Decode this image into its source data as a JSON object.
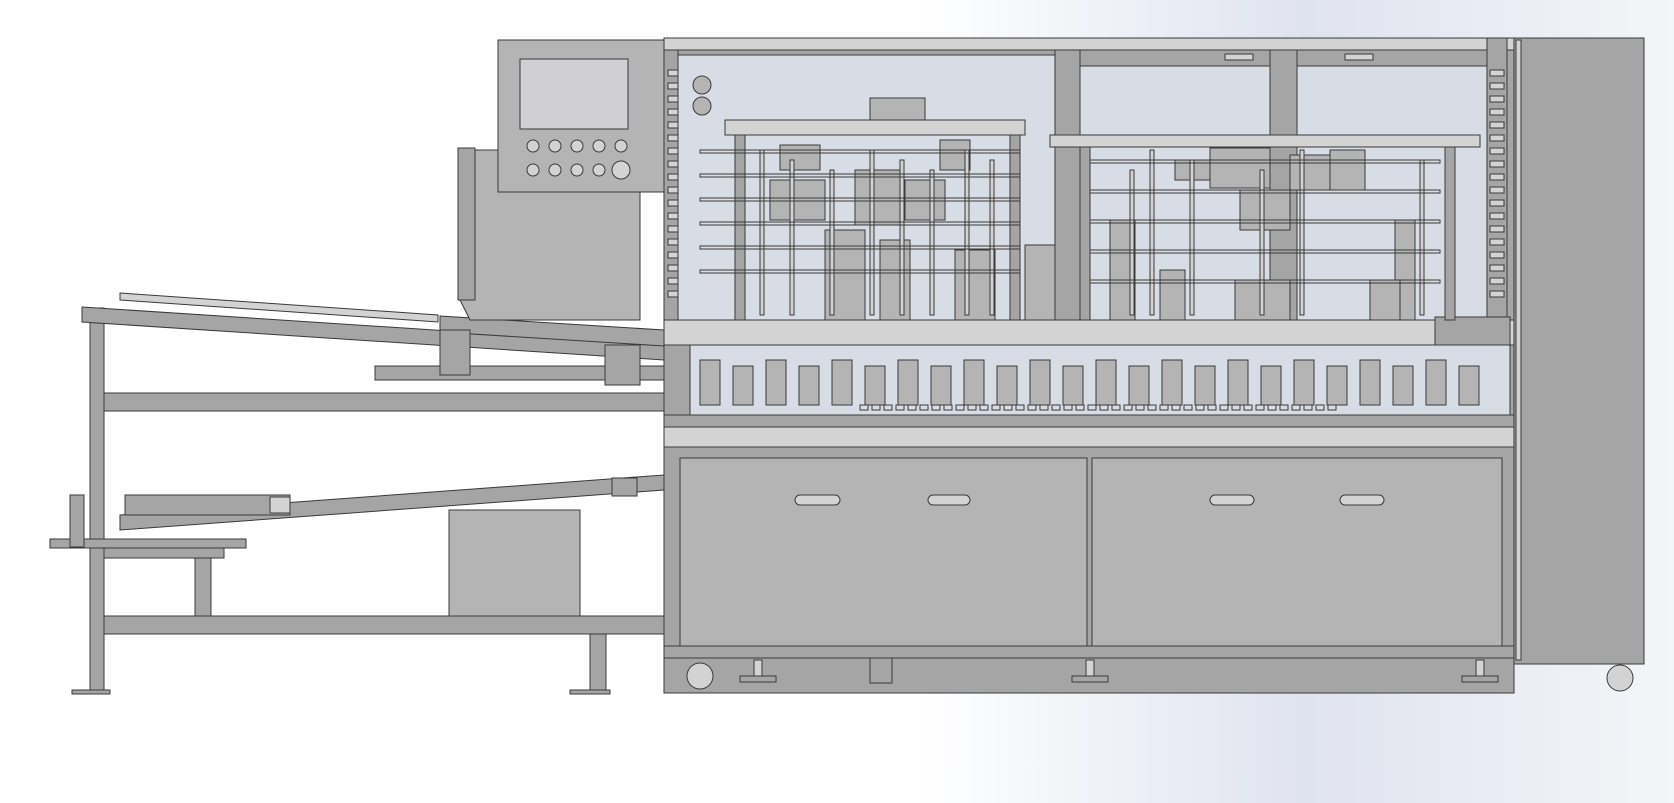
{
  "viewport": {
    "background_colors": [
      "#ffffff",
      "#dfe3ee"
    ]
  },
  "model": {
    "colors": {
      "body_fill": "#a5a5a5",
      "panel_fill": "#b4b4b4",
      "light_fill": "#d3d3d3",
      "glass_fill": "#d8dce4",
      "line": "#3a3a3a",
      "screen_fill": "#cfcfd4"
    },
    "parts": [
      {
        "name": "outfeed-conveyor-frame",
        "icon": "frame-structure-icon"
      },
      {
        "name": "upper-conveyor-ramp",
        "icon": "conveyor-icon"
      },
      {
        "name": "lower-conveyor-ramp",
        "icon": "conveyor-icon"
      },
      {
        "name": "hmi-control-panel",
        "icon": "touchscreen-icon"
      },
      {
        "name": "main-machine-cabinet",
        "icon": "cabinet-icon"
      },
      {
        "name": "upper-mechanism-chamber",
        "icon": "mechanism-icon"
      },
      {
        "name": "lower-access-doors",
        "icon": "door-panel-icon"
      },
      {
        "name": "side-cabinet",
        "icon": "cabinet-icon"
      },
      {
        "name": "leveling-feet",
        "icon": "leveling-foot-icon"
      }
    ]
  }
}
